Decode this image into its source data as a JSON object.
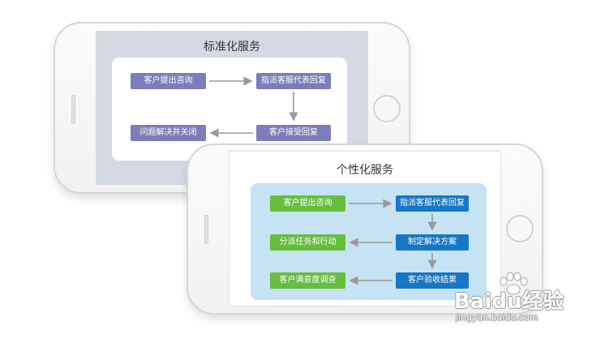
{
  "standard": {
    "title": "标准化服务",
    "steps": [
      "客户提出咨询",
      "指派客服代表回复",
      "客户接受回复",
      "问题解决并关闭"
    ]
  },
  "personalized": {
    "title": "个性化服务",
    "steps": [
      "客户提出咨询",
      "指派客服代表回复",
      "制定解决方案",
      "分派任务和行动",
      "客户验收结果",
      "客户满意度调查"
    ]
  },
  "watermark": {
    "brand": "Baidu经验",
    "url": "jingyan.baidu.com"
  },
  "colors": {
    "purple": "#7b7eb8",
    "green": "#67bd3e",
    "blue": "#1877c4",
    "panel_blue": "#c5e3f2",
    "arrow": "#9a9a9a"
  }
}
